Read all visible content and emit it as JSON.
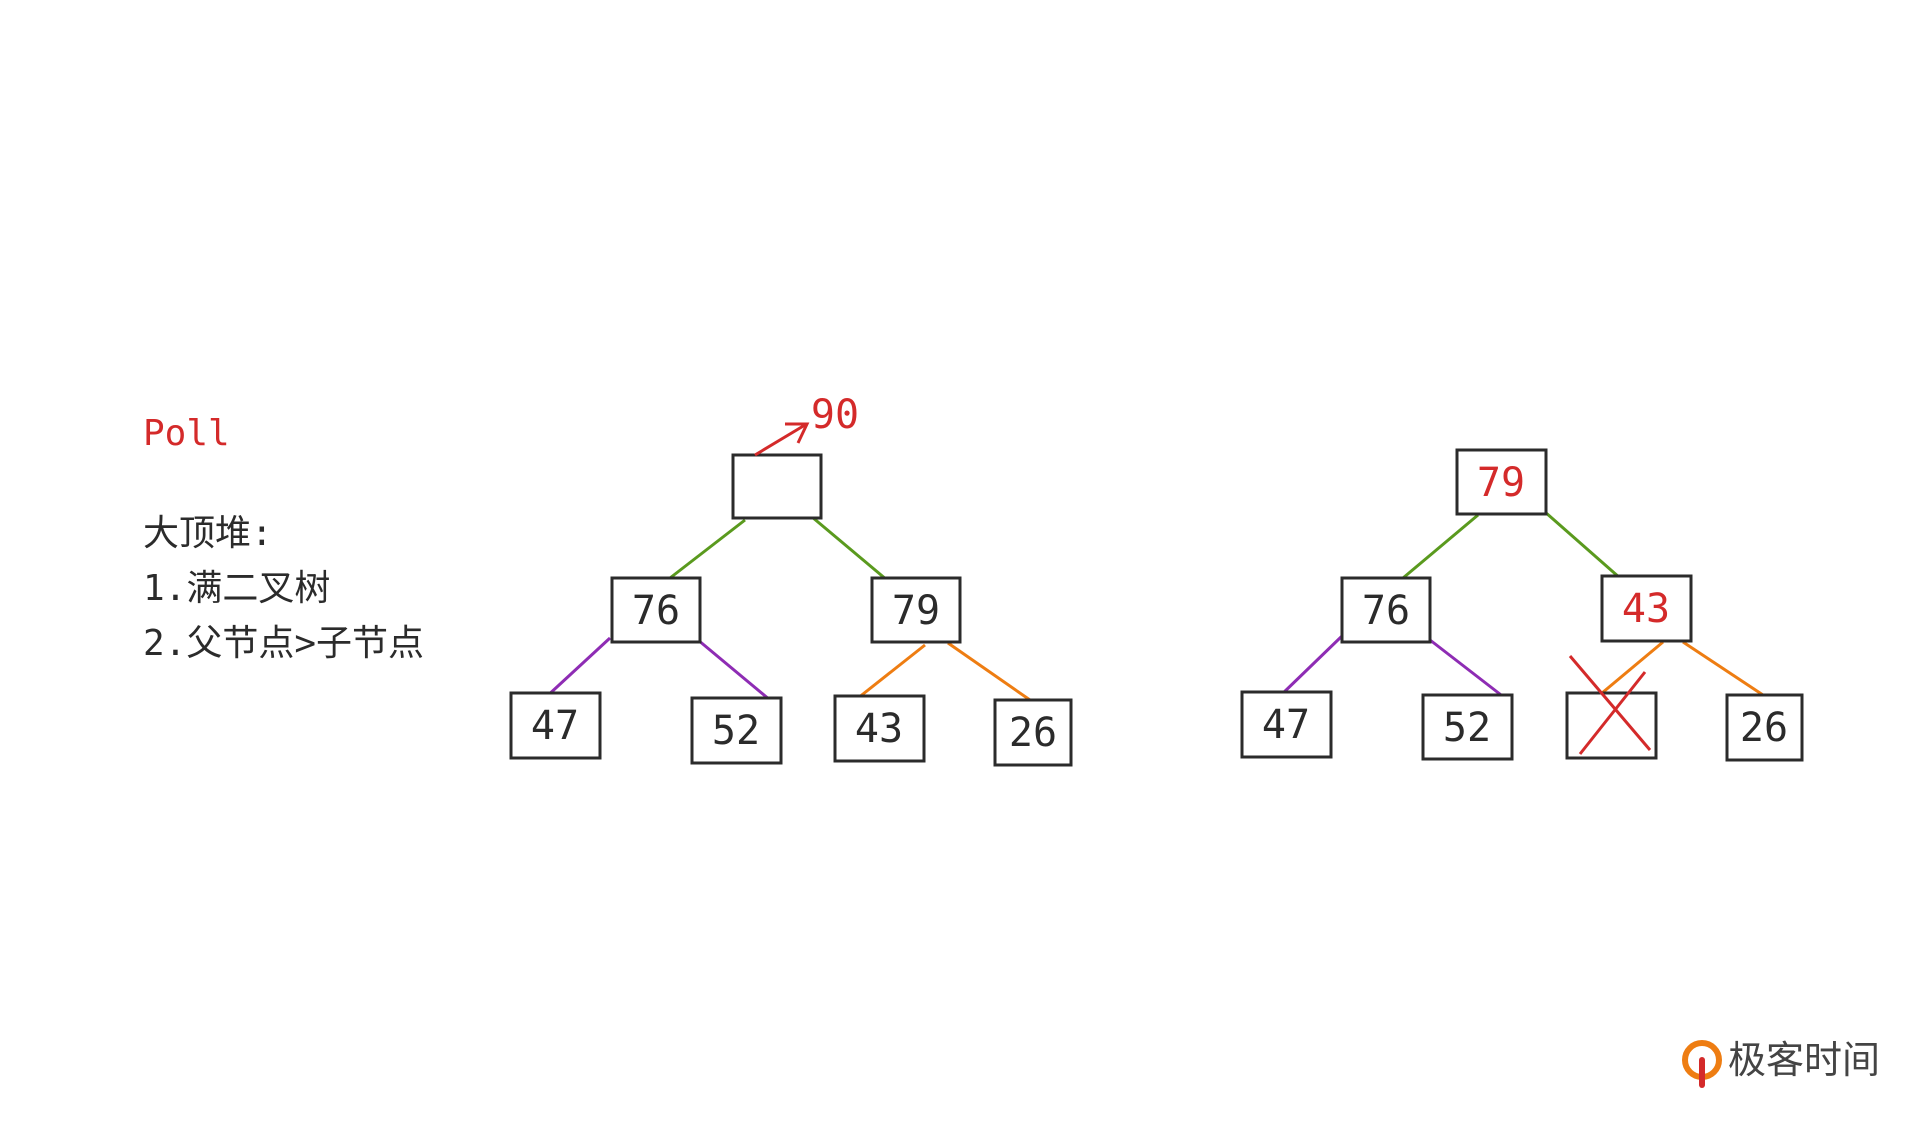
{
  "notes": {
    "title": "Poll",
    "lines": [
      "大顶堆:",
      "1.满二叉树",
      "2.父节点>子节点"
    ]
  },
  "before_tree": {
    "popped_value": "90",
    "root": "",
    "level1": [
      "76",
      "79"
    ],
    "level2": [
      "47",
      "52",
      "43",
      "26"
    ]
  },
  "after_tree": {
    "root": "79",
    "level1": [
      "76",
      "43"
    ],
    "level2": [
      "47",
      "52",
      "",
      "26"
    ],
    "removed_index": 2
  },
  "colors": {
    "red": "#d42a2a",
    "green": "#5a9a1e",
    "purple": "#8e2cb4",
    "orange": "#ee7d12",
    "box": "#2b2b2b"
  },
  "brand": {
    "name": "极客时间"
  }
}
